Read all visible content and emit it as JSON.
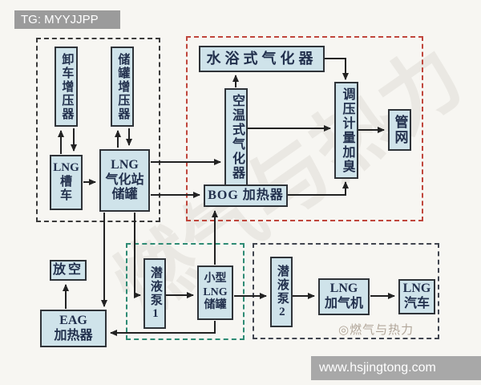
{
  "banner": {
    "label": "TG: MYYJJPP"
  },
  "colors": {
    "box_fill": "#cfe3ea",
    "box_border": "#2f3338",
    "box_text": "#22304d",
    "group_black": "#3b3b3b",
    "group_red": "#c0463c",
    "group_teal": "#2e8b74",
    "group_dark": "#41454f",
    "banner_bg": "#9b9b9b",
    "urlbar_bg": "#a8a8a8",
    "wire": "#222222"
  },
  "nodes": {
    "unload_booster": {
      "label": "卸车增压器"
    },
    "tank_booster": {
      "label": "储罐增压器"
    },
    "lng_tanker": {
      "lines": [
        "LNG",
        "槽",
        "车"
      ]
    },
    "station_tank": {
      "lines": [
        "LNG",
        "气化站",
        "储罐"
      ]
    },
    "water_bath_vaporizer": {
      "label": "水浴式气化器"
    },
    "ambient_vaporizer": {
      "label": "空温式气化器"
    },
    "regulator_metering_odorizer": {
      "label": "调压计量加臭"
    },
    "pipe_network": {
      "label": "管网"
    },
    "bog_heater": {
      "label": "BOG 加热器"
    },
    "vent": {
      "label": "放空"
    },
    "eag_heater": {
      "lines": [
        "EAG",
        "加热器"
      ]
    },
    "submerged_pump_1": {
      "label": "潜液泵1"
    },
    "small_lng_tank": {
      "lines": [
        "小型",
        "LNG",
        "储罐"
      ]
    },
    "submerged_pump_2": {
      "label": "潜液泵2"
    },
    "lng_dispenser": {
      "lines": [
        "LNG",
        "加气机"
      ]
    },
    "lng_vehicle": {
      "lines": [
        "LNG",
        "汽车"
      ]
    }
  },
  "watermarks": {
    "calligraphy": "燃气与热力",
    "logo_text": "◎燃气与热力",
    "url": "www.hsjingtong.com"
  }
}
